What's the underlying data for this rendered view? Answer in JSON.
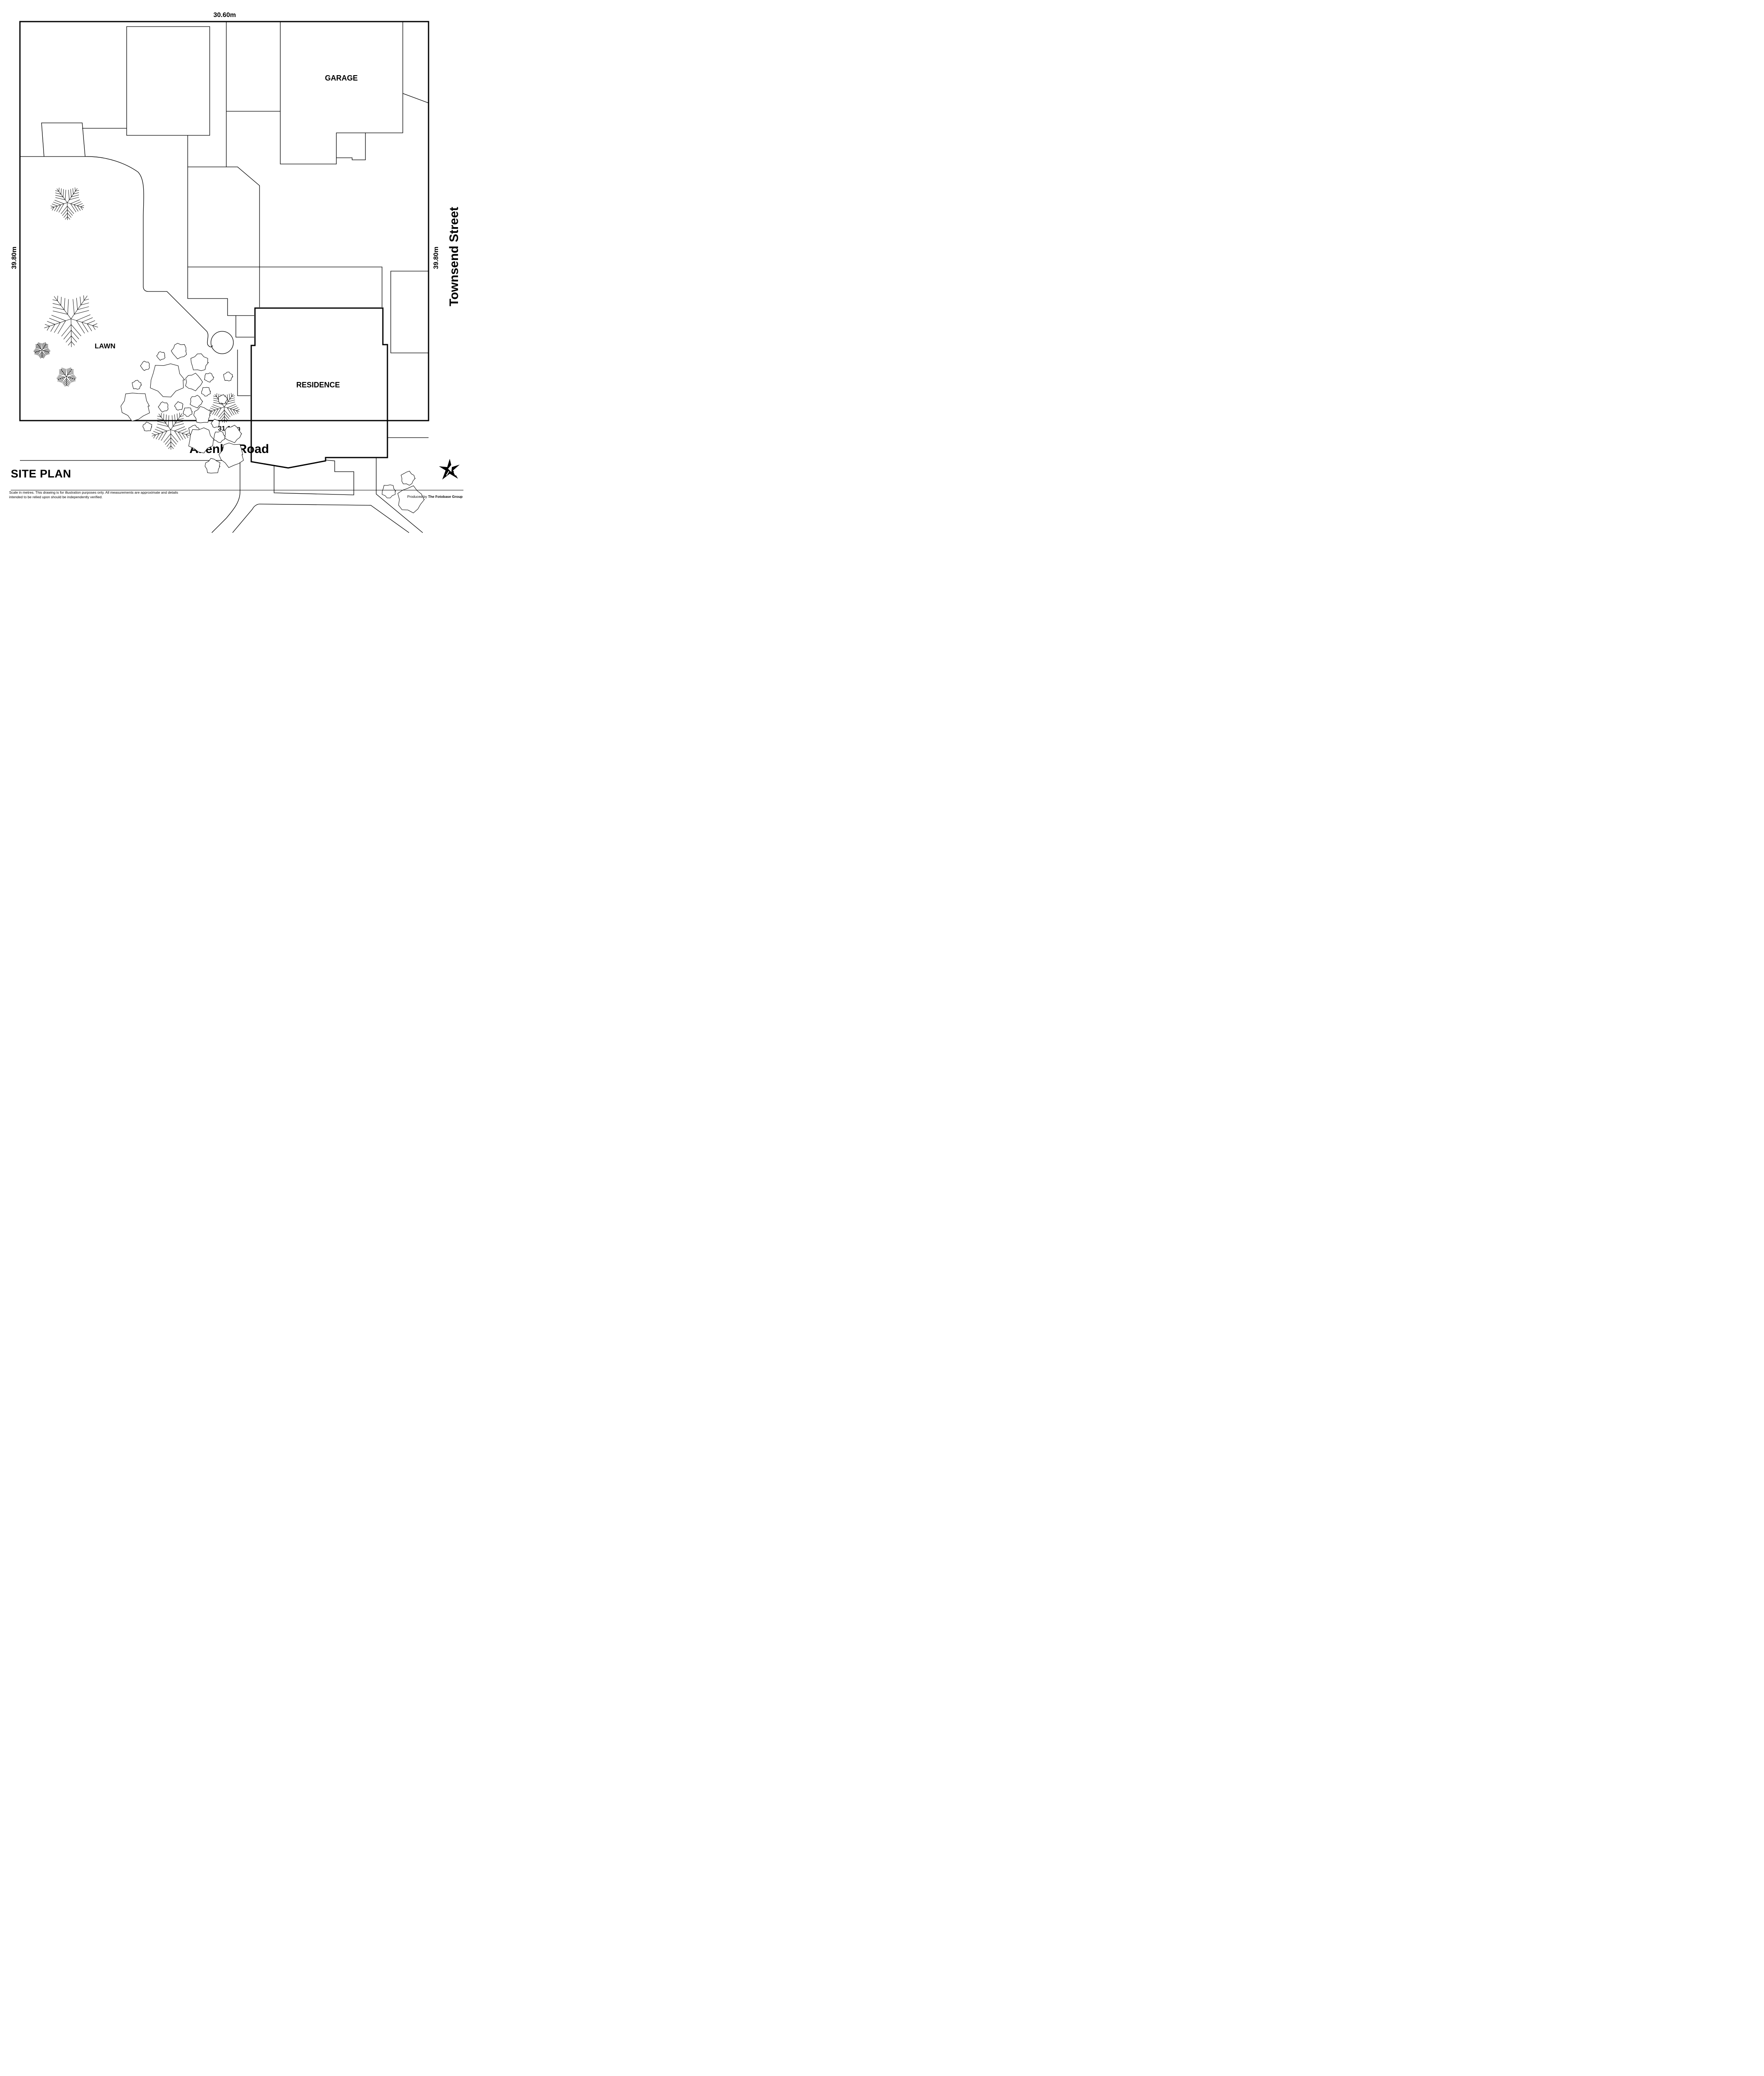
{
  "title": "SITE PLAN",
  "dimensions": {
    "top": "30.60m",
    "bottom": "31.10m",
    "left": "39.80m",
    "right": "39.80m"
  },
  "streets": {
    "south": "Allenby Road",
    "east": "Townsend Street"
  },
  "areas": {
    "garage": "GARAGE",
    "residence": "RESIDENCE",
    "lawn": "LAWN"
  },
  "footer": {
    "disclaimer": "Scale in metres. This drawing is for illustration purposes only. All measurements are approximate and details intended to be relied upon should be independently verified.",
    "produced_by_prefix": "Produced by",
    "produced_by_name": "The Fotobase Group"
  },
  "icons": {
    "compass": "north-arrow-compass-icon",
    "tree": "tree-symbol-icon",
    "shrub": "shrub-symbol-icon"
  }
}
